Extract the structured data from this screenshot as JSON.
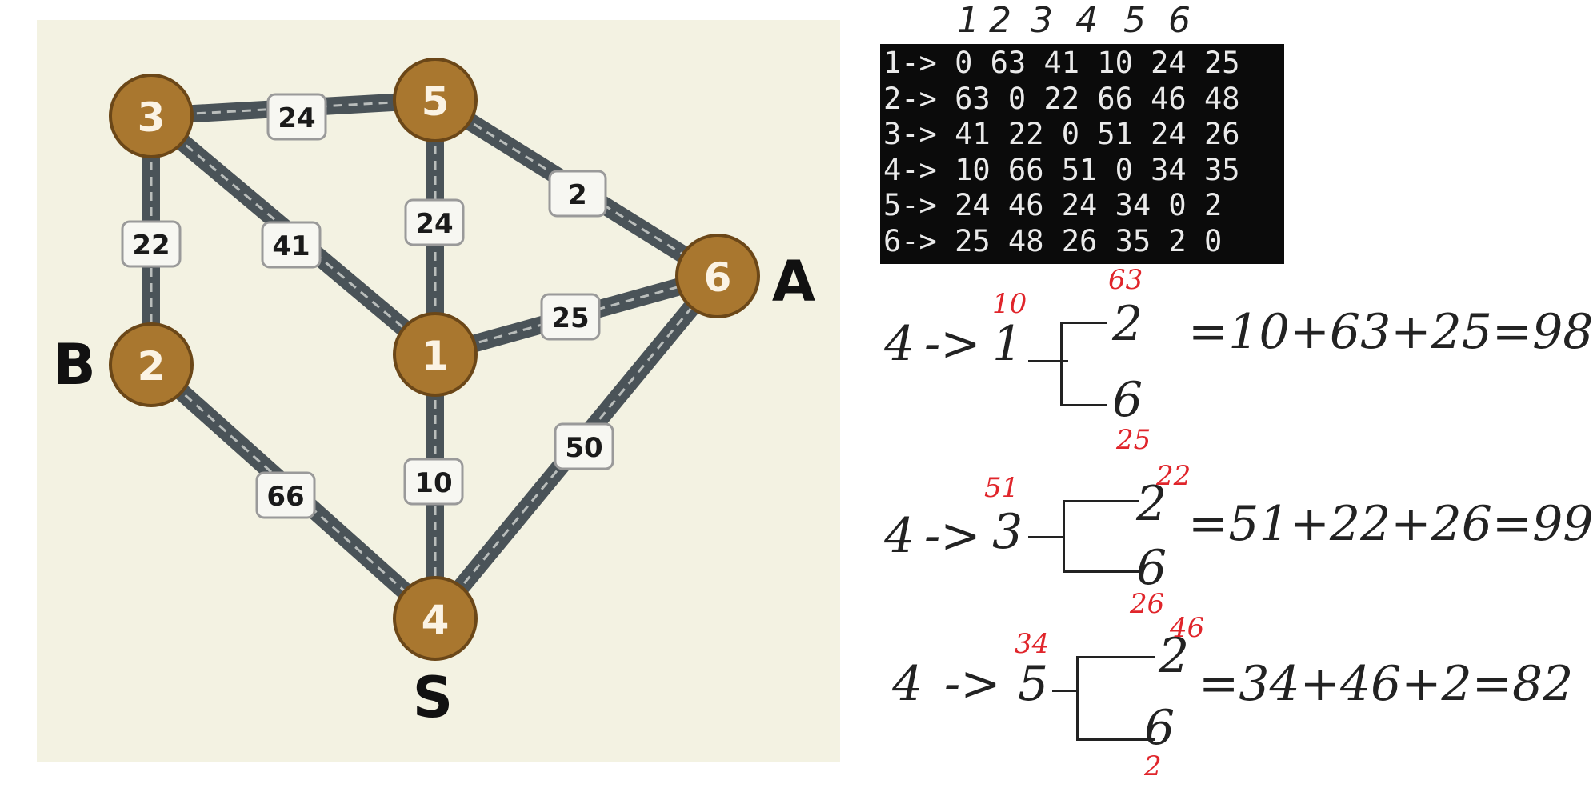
{
  "graph": {
    "nodes": [
      {
        "id": "3",
        "label": "3"
      },
      {
        "id": "5",
        "label": "5"
      },
      {
        "id": "6",
        "label": "6"
      },
      {
        "id": "2",
        "label": "2"
      },
      {
        "id": "1",
        "label": "1"
      },
      {
        "id": "4",
        "label": "4"
      }
    ],
    "edges": [
      {
        "from": "3",
        "to": "5",
        "weight": "24"
      },
      {
        "from": "3",
        "to": "2",
        "weight": "22"
      },
      {
        "from": "3",
        "to": "1",
        "weight": "41"
      },
      {
        "from": "5",
        "to": "1",
        "weight": "24"
      },
      {
        "from": "5",
        "to": "6",
        "weight": "2"
      },
      {
        "from": "1",
        "to": "6",
        "weight": "25"
      },
      {
        "from": "2",
        "to": "4",
        "weight": "66"
      },
      {
        "from": "1",
        "to": "4",
        "weight": "10"
      },
      {
        "from": "4",
        "to": "6",
        "weight": "50"
      }
    ],
    "roles": {
      "A": "A",
      "B": "B",
      "S": "S"
    },
    "colors": {
      "panel": "#f3f2e2",
      "node_fill": "#a9772f",
      "road": "#4a5358"
    }
  },
  "matrix": {
    "column_headers": [
      "1",
      "2",
      "3",
      "4",
      "5",
      "6"
    ],
    "rows": [
      "1-> 0 63 41 10 24 25",
      "2-> 63 0 22 66 46 48",
      "3-> 41 22 0 51 24 26",
      "4-> 10 66 51 0 34 35",
      "5-> 24 46 24 34 0 2",
      "6-> 25 48 26 35 2 0"
    ]
  },
  "work": {
    "line1": {
      "start": "4",
      "arrow": "->",
      "via": "1",
      "via_cost": "10",
      "top": "2",
      "top_cost": "63",
      "bottom": "6",
      "bottom_cost": "",
      "sum": "=10+63+25=98"
    },
    "line2": {
      "start": "4",
      "arrow": "->",
      "via": "3",
      "via_cost": "51",
      "top": "2",
      "top_cost": "22",
      "top_extra": "25",
      "bottom": "6",
      "bottom_cost": "26",
      "sum": "=51+22+26=99"
    },
    "line3": {
      "start": "4",
      "arrow": "->",
      "via": "5",
      "via_cost": "34",
      "top": "2",
      "top_cost": "46",
      "bottom": "6",
      "bottom_cost": "2",
      "sum": "=34+46+2=82"
    }
  }
}
